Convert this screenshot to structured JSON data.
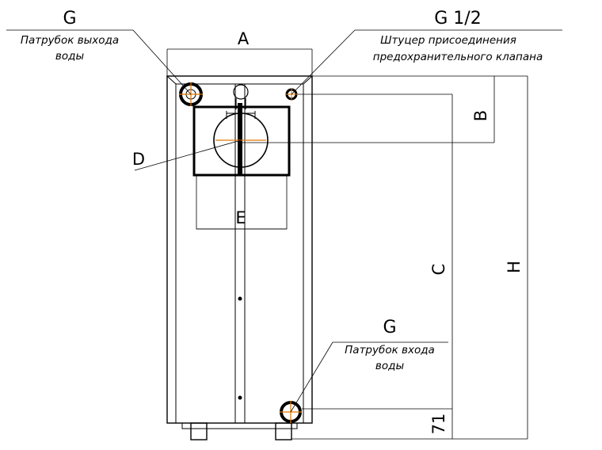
{
  "labels": {
    "outlet_thread": "G",
    "outlet_note_line1": "Патрубок выхода",
    "outlet_note_line2": "воды",
    "valve_thread": "G 1/2",
    "valve_note_line1": "Штуцер присоединения",
    "valve_note_line2": "предохранительного клапана",
    "inlet_thread": "G",
    "inlet_note_line1": "Патрубок входа",
    "inlet_note_line2": "воды"
  },
  "dimensions": {
    "A": "A",
    "B": "B",
    "C": "C",
    "D": "D",
    "E": "E",
    "H": "H",
    "bottom_offset": "71"
  },
  "colors": {
    "line": "#000000",
    "center_mark": "#e07800"
  }
}
